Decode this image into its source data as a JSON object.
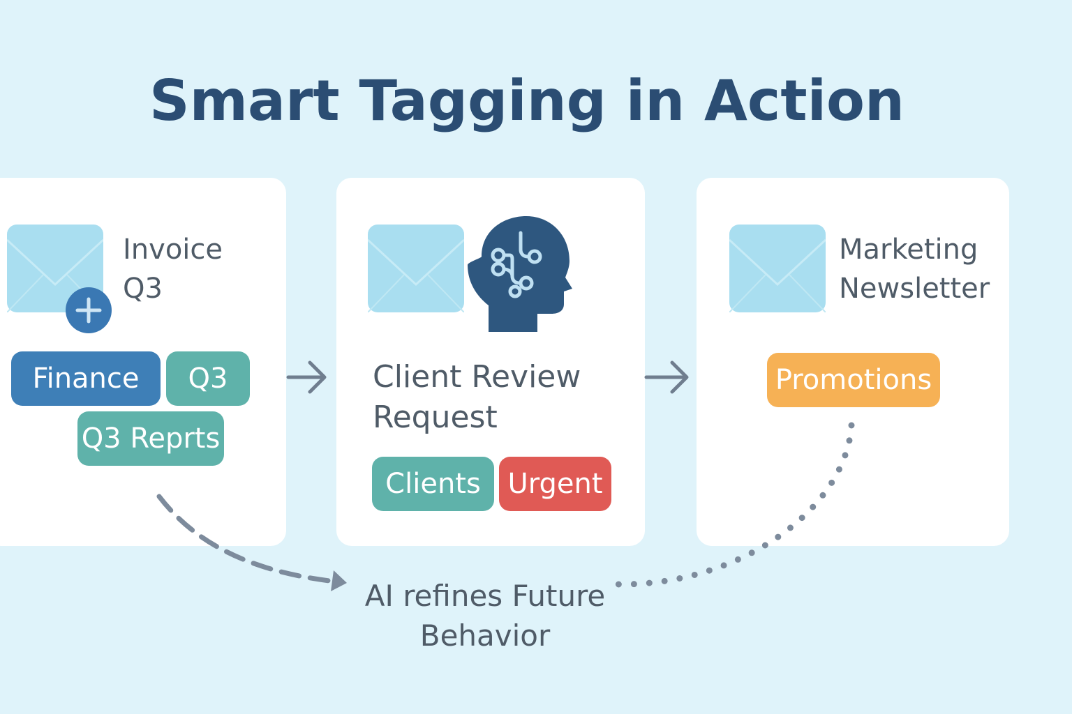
{
  "title": "Smart Tagging in Action",
  "colors": {
    "background": "#dff3fa",
    "title": "#2b4d73",
    "envelope": "#a9def0",
    "brain": "#2e577f",
    "finance_tag": "#3e7fb7",
    "teal_tag": "#5fb2aa",
    "urgent_tag": "#e05a55",
    "promotions_tag": "#f6b155",
    "connector": "#7d8b9c"
  },
  "cards": [
    {
      "email_title_line1": "Invoice",
      "email_title_line2": "Q3",
      "tags": [
        "Finance",
        "Q3",
        "Q3 Reprts"
      ]
    },
    {
      "email_title_line1": "Client Review",
      "email_title_line2": "Request",
      "tags": [
        "Clients",
        "Urgent"
      ]
    },
    {
      "email_title_line1": "Marketing",
      "email_title_line2": "Newsletter",
      "tags": [
        "Promotions"
      ]
    }
  ],
  "footnote": {
    "line1": "AI refines Future",
    "line2": "Behavior"
  },
  "icons": [
    "envelope-icon",
    "add-icon",
    "ai-brain-icon",
    "arrow-right-icon"
  ]
}
